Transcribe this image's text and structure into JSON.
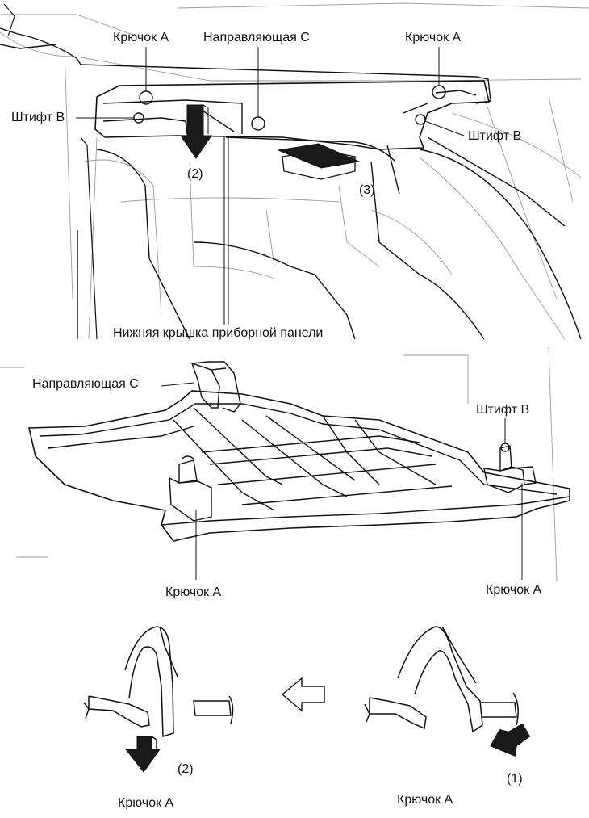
{
  "diagram": {
    "top_view": {
      "hook_a_left": "Крючок А",
      "guide_c": "Направляющая С",
      "hook_a_right": "Крючок А",
      "pin_b_left": "Штифт В",
      "pin_b_right": "Штифт В",
      "step_2": "(2)",
      "step_3": "(3)",
      "lower_cover": "Нижняя крышка приборной панели"
    },
    "part_view": {
      "guide_c": "Направляющая С",
      "pin_b": "Штифт В",
      "hook_a_left": "Крючок А",
      "hook_a_right": "Крючок А"
    },
    "hook_detail": {
      "left_step": "(2)",
      "left_hook": "Крючок А",
      "right_step": "(1)",
      "right_hook": "Крючок А"
    },
    "colors": {
      "ink": "#111111",
      "faint": "#9a9a9a",
      "paper": "#ffffff"
    }
  }
}
